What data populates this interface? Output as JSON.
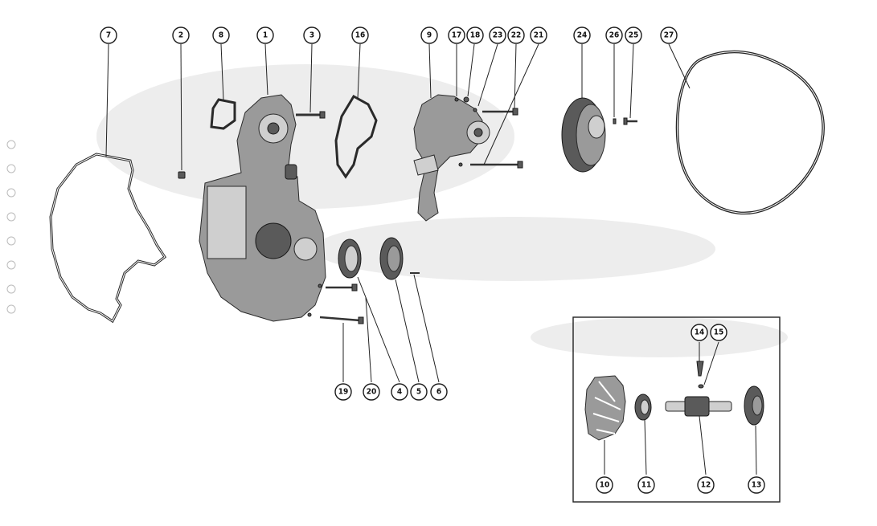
{
  "callouts": [
    {
      "id": "c7",
      "label": "7"
    },
    {
      "id": "c2",
      "label": "2"
    },
    {
      "id": "c8",
      "label": "8"
    },
    {
      "id": "c1",
      "label": "1"
    },
    {
      "id": "c3",
      "label": "3"
    },
    {
      "id": "c16",
      "label": "16"
    },
    {
      "id": "c9",
      "label": "9"
    },
    {
      "id": "c17",
      "label": "17"
    },
    {
      "id": "c18",
      "label": "18"
    },
    {
      "id": "c23",
      "label": "23"
    },
    {
      "id": "c22",
      "label": "22"
    },
    {
      "id": "c21",
      "label": "21"
    },
    {
      "id": "c24",
      "label": "24"
    },
    {
      "id": "c26",
      "label": "26"
    },
    {
      "id": "c25",
      "label": "25"
    },
    {
      "id": "c27",
      "label": "27"
    },
    {
      "id": "c19",
      "label": "19"
    },
    {
      "id": "c20",
      "label": "20"
    },
    {
      "id": "c4",
      "label": "4"
    },
    {
      "id": "c5",
      "label": "5"
    },
    {
      "id": "c6",
      "label": "6"
    },
    {
      "id": "c14",
      "label": "14"
    },
    {
      "id": "c15",
      "label": "15"
    },
    {
      "id": "c10",
      "label": "10"
    },
    {
      "id": "c11",
      "label": "11"
    },
    {
      "id": "c12",
      "label": "12"
    },
    {
      "id": "c13",
      "label": "13"
    }
  ]
}
